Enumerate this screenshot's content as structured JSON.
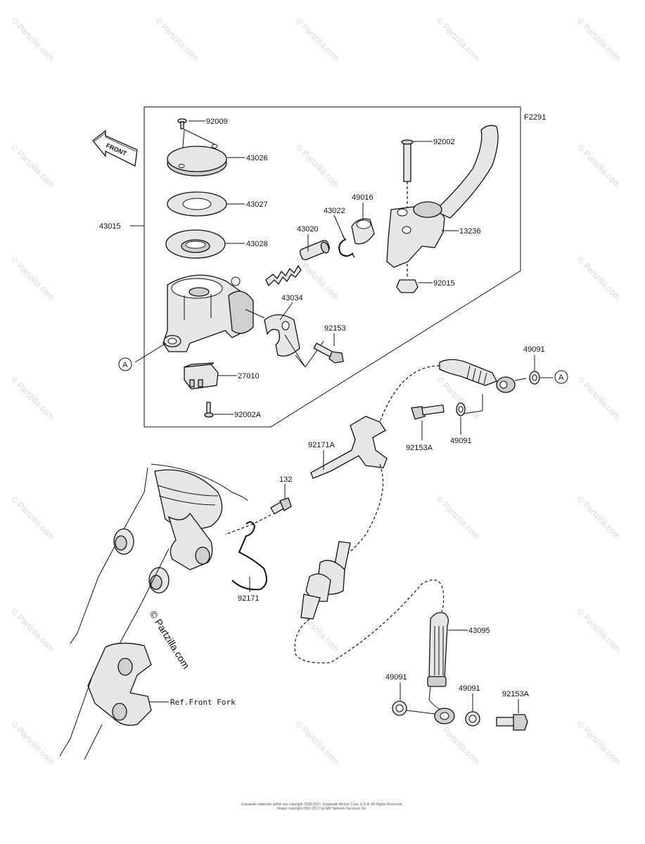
{
  "diagram_code": "F2291",
  "front_label": "FRONT",
  "callout_letter": "A",
  "fork_ref": "Ref.Front Fork",
  "watermark_text": "© Partzilla.com",
  "center_watermark": "© Partzilla.com",
  "footer": {
    "line1": "Kawasaki materials within are copyright 1995-2017, Kawasaki Motors Corp, U.S.A. All Rights Reserved.",
    "line2": "Image copyright 2002-2017 by ARI Network Services, Inc."
  },
  "parts": {
    "p92009": "92009",
    "p43026": "43026",
    "p43027": "43027",
    "p43028": "43028",
    "p43015": "43015",
    "p43022": "43022",
    "p49016": "49016",
    "p43020": "43020",
    "p43034": "43034",
    "p92153": "92153",
    "p27010": "27010",
    "p92002A": "92002A",
    "p92002": "92002",
    "p13236": "13236",
    "p92015": "92015",
    "p49091_top": "49091",
    "p92153A_top": "92153A",
    "p49091_mid": "49091",
    "p92171A": "92171A",
    "p132": "132",
    "p92171": "92171",
    "p43095": "43095",
    "p49091_bl": "49091",
    "p49091_br": "49091",
    "p92153A_bot": "92153A"
  }
}
